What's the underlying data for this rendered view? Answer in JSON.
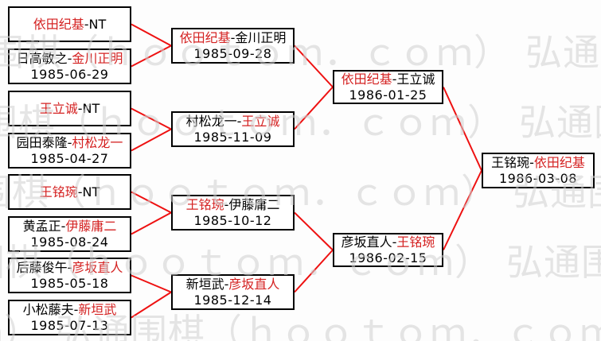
{
  "watermark": "弘通围棋（ｈｏｏｔｏｍ．ｃｏｍ）",
  "colors": {
    "winner_red": "#d42222",
    "line_red": "#ee1111",
    "watermark_gray": "#d0d0d0",
    "border_black": "#000000"
  },
  "rounds": [
    {
      "matches": [
        {
          "left": "依田纪基",
          "left_red": true,
          "right": "-NT",
          "right_red": false,
          "date": ""
        },
        {
          "left": "日高敏之-",
          "left_red": false,
          "right": "金川正明",
          "right_red": true,
          "date": "1985-06-29"
        },
        {
          "left": "王立诚",
          "left_red": true,
          "right": "-NT",
          "right_red": false,
          "date": ""
        },
        {
          "left": "园田泰隆-",
          "left_red": false,
          "right": "村松龙一",
          "right_red": true,
          "date": "1985-04-27"
        },
        {
          "left": "王铭琬",
          "left_red": true,
          "right": "-NT",
          "right_red": false,
          "date": ""
        },
        {
          "left": "黄孟正-",
          "left_red": false,
          "right": "伊藤庸二",
          "right_red": true,
          "date": "1985-08-24"
        },
        {
          "left": "后藤俊午-",
          "left_red": false,
          "right": "彦坂直人",
          "right_red": true,
          "date": "1985-05-18"
        },
        {
          "left": "小松藤夫-",
          "left_red": false,
          "right": "新垣武",
          "right_red": true,
          "date": "1985-07-13"
        }
      ]
    },
    {
      "matches": [
        {
          "left": "依田纪基",
          "left_red": true,
          "right": "-金川正明",
          "right_red": false,
          "date": "1985-09-28"
        },
        {
          "left": "村松龙一-",
          "left_red": false,
          "right": "王立诚",
          "right_red": true,
          "date": "1985-11-09"
        },
        {
          "left": "王铭琬",
          "left_red": true,
          "right": "-伊藤庸二",
          "right_red": false,
          "date": "1985-10-12"
        },
        {
          "left": "新垣武-",
          "left_red": false,
          "right": "彦坂直人",
          "right_red": true,
          "date": "1985-12-14"
        }
      ]
    },
    {
      "matches": [
        {
          "left": "依田纪基",
          "left_red": true,
          "right": "-王立诚",
          "right_red": false,
          "date": "1986-01-25"
        },
        {
          "left": "彦坂直人-",
          "left_red": false,
          "right": "王铭琬",
          "right_red": true,
          "date": "1986-02-15"
        }
      ]
    },
    {
      "matches": [
        {
          "left": "王铭琬-",
          "left_red": false,
          "right": "依田纪基",
          "right_red": true,
          "date": "1986-03-08"
        }
      ]
    }
  ]
}
